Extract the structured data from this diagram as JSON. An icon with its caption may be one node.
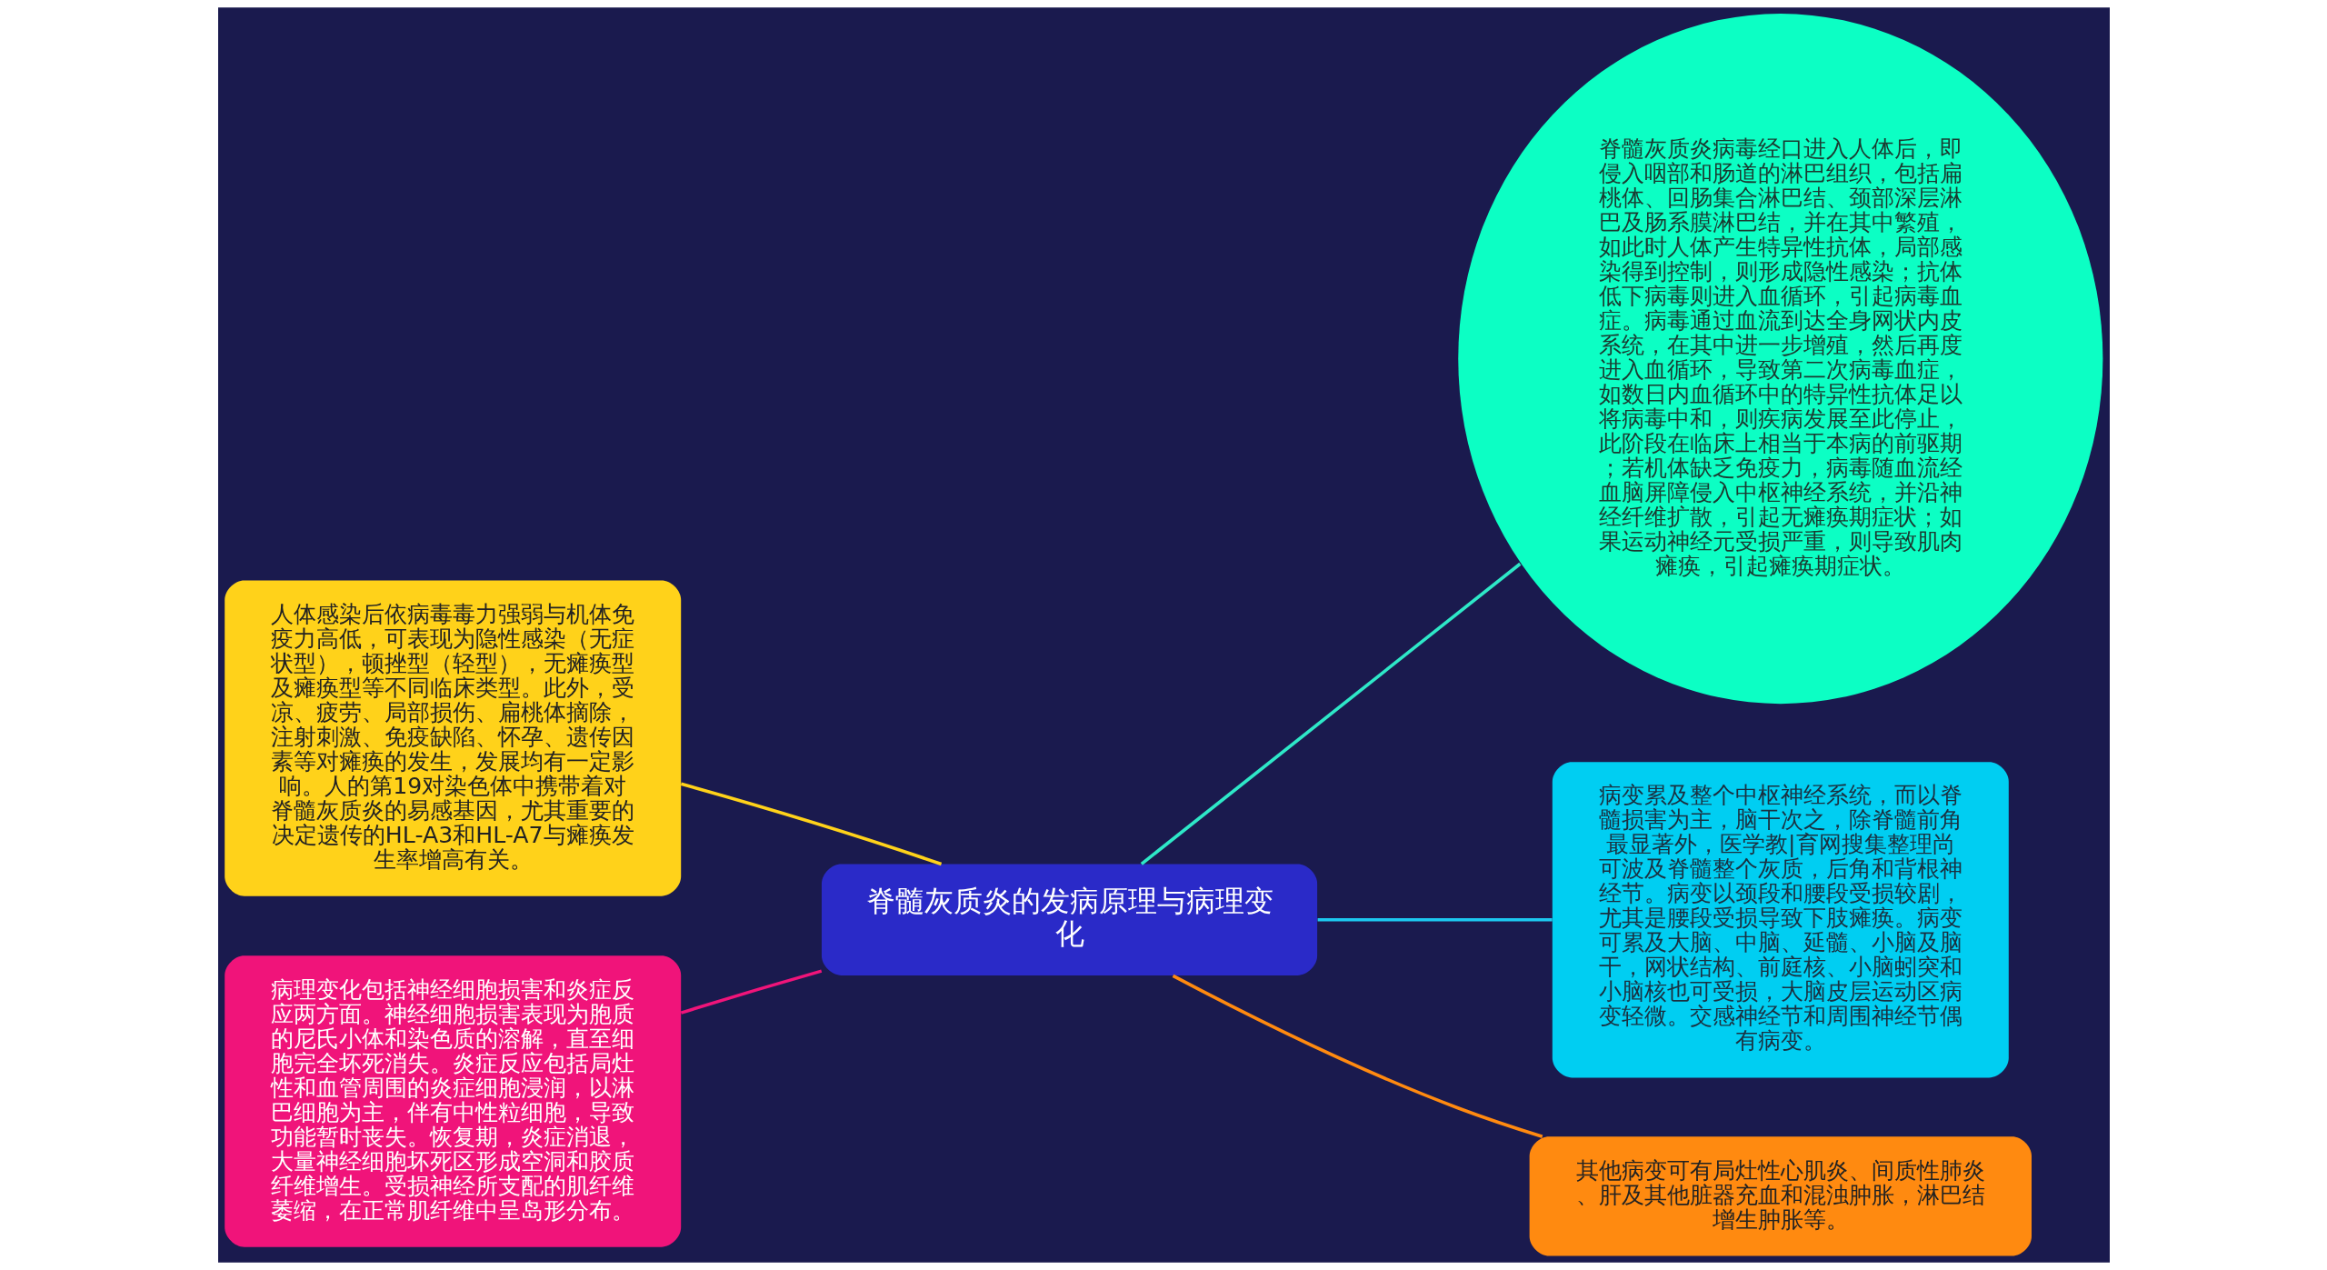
{
  "diagram": {
    "nodes": [
      {
        "text": [
          "脊髓灰质炎的发病原理与病理变化"
        ]
      },
      {
        "text": [
          "人体感染后依病毒毒力强弱与机体免疫力高低，可表现为隐性感染（无症状型），顿挫型（轻型），无瘫痪型及瘫痪型等不同临床类型。此外，受凉、疲劳、局部损伤、扁桃体摘除，注射刺激、免疫缺陷、怀孕、遗传因素等对瘫痪的发生，发展均有一定影响。人的第19对染色体中携带着对脊髓灰质炎的易感基因，尤其重要的决定遗传的HL-A3和HL-A7与瘫痪发生率增高有关。"
        ]
      },
      {
        "text": [
          "病理变化包括神经细胞损害和炎症反应两方面。神经细胞损害表现为胞质的尼氏小体和染色质的溶解，直至细胞完全坏死消失。炎症反应包括局灶性和血管周围的炎症细胞浸润，以淋巴细胞为主，伴有中性粒细胞，导致功能暂时丧失。恢复期，炎症消退，大量神经细胞坏死区形成空洞和胶质纤维增生。受损神经所支配的肌纤维萎缩，在正常肌纤维中呈岛形分布。"
        ]
      },
      {
        "text": [
          "脊髓灰质炎病毒经口进入人体后，即侵入咽部和肠道的淋巴组织，包括扁桃体、回肠集合淋巴结、颈部深层淋巴及肠系膜淋巴结，并在其中繁殖，如此时人体产生特异性抗体，局部感染得到控制，则形成隐性感染；抗体低下病毒则进入血循环，引起病毒血症。病毒通过血流到达全身网状内皮系统，在其中进一步增殖，然后再度进入血循环，导致第二次病毒血症，如数日内血循环中的特异性抗体足以将病毒中和，则疾病发展至此停止，此阶段在临床上相当于本病的前驱期；若机体缺乏免疫力，病毒随血流经血脑屏障侵入中枢神经系统，并沿神经纤维扩散，引起无瘫痪期症状；如果运动神经元受损严重，则导致肌肉瘫痪，引起瘫痪期症状。"
        ]
      },
      {
        "text": [
          "病变累及整个中枢神经系统，而以脊髓损害为主，脑干次之，除脊髓前角最显著外，医学教|育网搜集整理尚可波及脊髓整个灰质，后角和背根神经节。病变以颈段和腰段受损较剧，尤其是腰段受损导致下肢瘫痪。病变可累及大脑、中脑、延髓、小脑及脑干，网状结构、前庭核、小脑蚓突和小脑核也可受损，大脑皮层运动区病变轻微。交感神经节和周围神经节偶有病变。"
        ]
      },
      {
        "text": [
          "其他病变可有局灶性心肌炎、间质性肺炎、肝及其他脏器充血和混浊肿胀，淋巴结增生肿胀等。"
        ]
      }
    ],
    "edges": [
      {
        "from": 0,
        "to": 1,
        "arrow": "none",
        "color": "#ffd21a"
      },
      {
        "from": 0,
        "to": 2,
        "arrow": "none",
        "color": "#f0147a"
      },
      {
        "from": 0,
        "to": 3,
        "arrow": "none",
        "color": "#2ee8c8"
      },
      {
        "from": 0,
        "to": 4,
        "arrow": "none",
        "color": "#1cc8f0"
      },
      {
        "from": 0,
        "to": 5,
        "arrow": "none",
        "color": "#ff8a10"
      }
    ]
  }
}
